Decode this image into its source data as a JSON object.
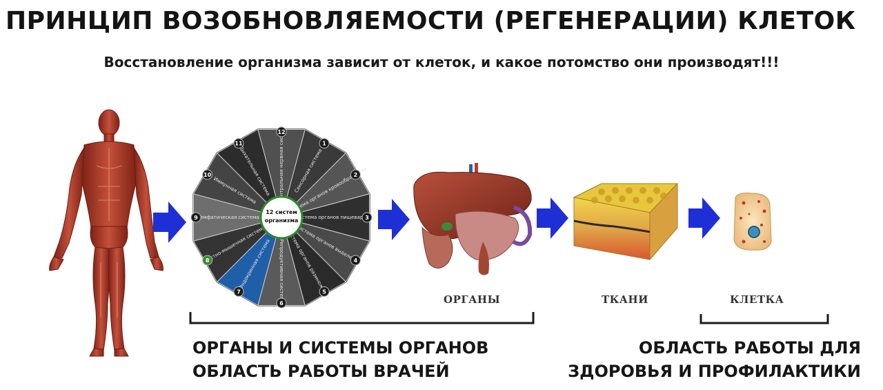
{
  "header": {
    "title": "ПРИНЦИП ВОЗОБНОВЛЯЕМОСТИ (РЕГЕНЕРАЦИИ) КЛЕТОК",
    "subtitle": "Восстановление организма зависит от клеток, и какое потомство они производят!!!"
  },
  "wheel": {
    "center_label_1": "12 систем",
    "center_label_2": "организма",
    "numbers": [
      "1",
      "2",
      "3",
      "4",
      "5",
      "6",
      "7",
      "8",
      "9",
      "10",
      "11",
      "12"
    ],
    "segments": [
      "Сенсорная система",
      "Система органов кровообращения",
      "Система органов пищеварения",
      "Система органов выделения",
      "Система органов размножения",
      "Репродуктивная система",
      "Эндокринная система",
      "Костно-мышечная система",
      "Лимфатическая система",
      "Иммунная система",
      "Дыхательная система",
      "Центральная нервная система"
    ]
  },
  "labels": {
    "organs": "ОРГАНЫ",
    "tissues": "ТКАНИ",
    "cell": "КЛЕТКА"
  },
  "captions": {
    "left_line1": "ОРГАНЫ И СИСТЕМЫ ОРГАНОВ",
    "left_line2": "ОБЛАСТЬ РАБОТЫ ВРАЧЕЙ",
    "right_line1": "ОБЛАСТЬ РАБОТЫ ДЛЯ",
    "right_line2": "ЗДОРОВЬЯ И ПРОФИЛАКТИКИ"
  },
  "colors": {
    "arrow": "#1f2fd6",
    "muscle": "#b03a2a",
    "wheel_dark": "#2b2b2b",
    "wheel_highlight": "#1f5fa8",
    "liver": "#9c3a2c",
    "tissue_top": "#e8c23a",
    "cell_fill": "#f3d8a0"
  }
}
